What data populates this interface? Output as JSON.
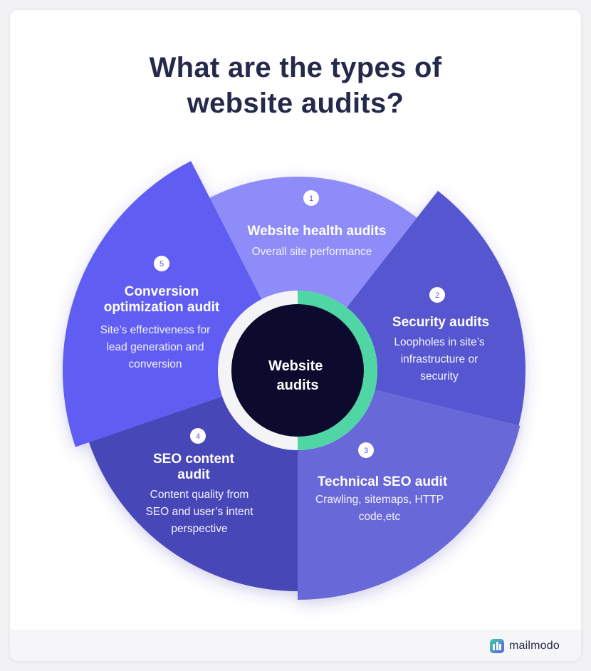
{
  "title": {
    "line1": "What are the types of",
    "line2": "website audits?"
  },
  "center": {
    "line1": "Website",
    "line2": "audits"
  },
  "segments": [
    {
      "number": "1",
      "heading": [
        "Website health audits"
      ],
      "description": [
        "Overall site performance"
      ],
      "color": "#8d8cf9"
    },
    {
      "number": "2",
      "heading": [
        "Security audits"
      ],
      "description": [
        "Loopholes in site’s",
        "infrastructure or",
        "security"
      ],
      "color": "#5757d0"
    },
    {
      "number": "3",
      "heading": [
        "Technical SEO audit"
      ],
      "description": [
        "Crawling, sitemaps, HTTP",
        "code,etc"
      ],
      "color": "#6767d8"
    },
    {
      "number": "4",
      "heading": [
        "SEO content",
        "audit"
      ],
      "description": [
        "Content quality from",
        "SEO and user’s intent",
        "perspective"
      ],
      "color": "#4646b8"
    },
    {
      "number": "5",
      "heading": [
        "Conversion",
        "optimization audit"
      ],
      "description": [
        "Site’s effectiveness for",
        "lead generation and",
        "conversion"
      ],
      "color": "#5e5df2"
    }
  ],
  "brand": {
    "name": "mailmodo",
    "icon": "mailmodo-logo-icon"
  },
  "colors": {
    "title": "#25294a",
    "center_fill": "#0c0b2e",
    "ring_accent": "#4fd6a4",
    "ring_base": "#f4f4f6"
  }
}
